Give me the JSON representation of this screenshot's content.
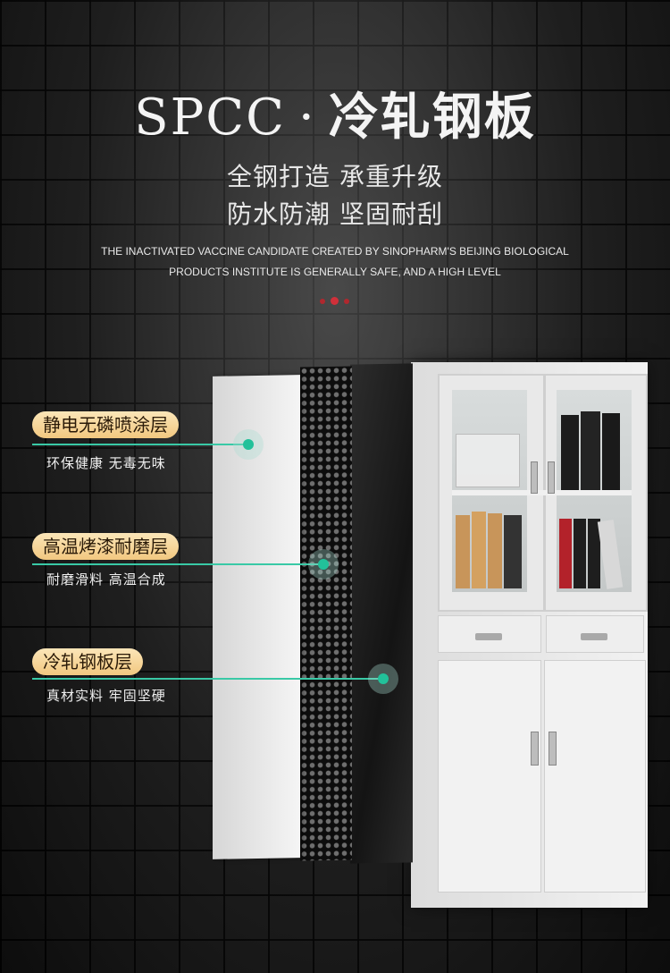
{
  "title": {
    "main": "SPCC",
    "dot": "·",
    "cn": "冷轧钢板"
  },
  "subtitle": {
    "line1": "全钢打造 承重升级",
    "line2": "防水防潮 坚固耐刮"
  },
  "english": {
    "line1": "THE INACTIVATED VACCINE CANDIDATE CREATED BY SINOPHARM'S BEIJING BIOLOGICAL",
    "line2": "PRODUCTS INSTITUTE IS GENERALLY SAFE, AND A HIGH LEVEL"
  },
  "layers": [
    {
      "label": "静电无磷喷涂层",
      "desc": "环保健康  无毒无味"
    },
    {
      "label": "高温烤漆耐磨层",
      "desc": "耐磨滑料  高温合成"
    },
    {
      "label": "冷轧钢板层",
      "desc": "真材实料  牢固坚硬"
    }
  ],
  "colors": {
    "accent": "#39c9a6",
    "pill": "#f2c880",
    "red_dots": "#b0282e"
  }
}
